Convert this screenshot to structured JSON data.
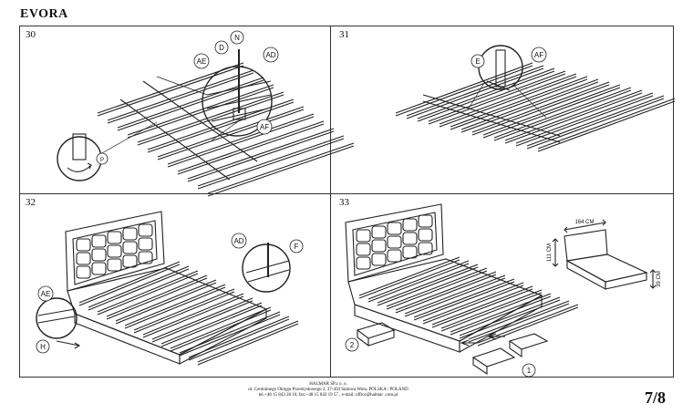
{
  "header": {
    "title": "EVORA"
  },
  "steps": [
    {
      "number": "30",
      "labels": {
        "n": "N",
        "d": "D",
        "ae": "AE",
        "ad": "AD",
        "af": "AF",
        "p": "P"
      }
    },
    {
      "number": "31",
      "labels": {
        "e": "E",
        "af": "AF"
      }
    },
    {
      "number": "32",
      "labels": {
        "ae": "AE",
        "h": "H",
        "ad": "AD",
        "f": "F"
      }
    },
    {
      "number": "33",
      "labels": {
        "one": "1",
        "two": "2",
        "width": "164 CM",
        "length": "111 CM",
        "height": "39 CM"
      }
    }
  ],
  "footer": {
    "company": "HALMAR SP.z o. o.",
    "address": "ul. Centralnego Okręgu Przemysłowego 2, 37-450 Stalowa Wola, POLSKA / POLAND",
    "contact": "tel.+48 15 843 28 10, fax:+48 15 842 19 57 , e-mail: office@halmar .com.pl"
  },
  "page": {
    "number": "7/8"
  }
}
